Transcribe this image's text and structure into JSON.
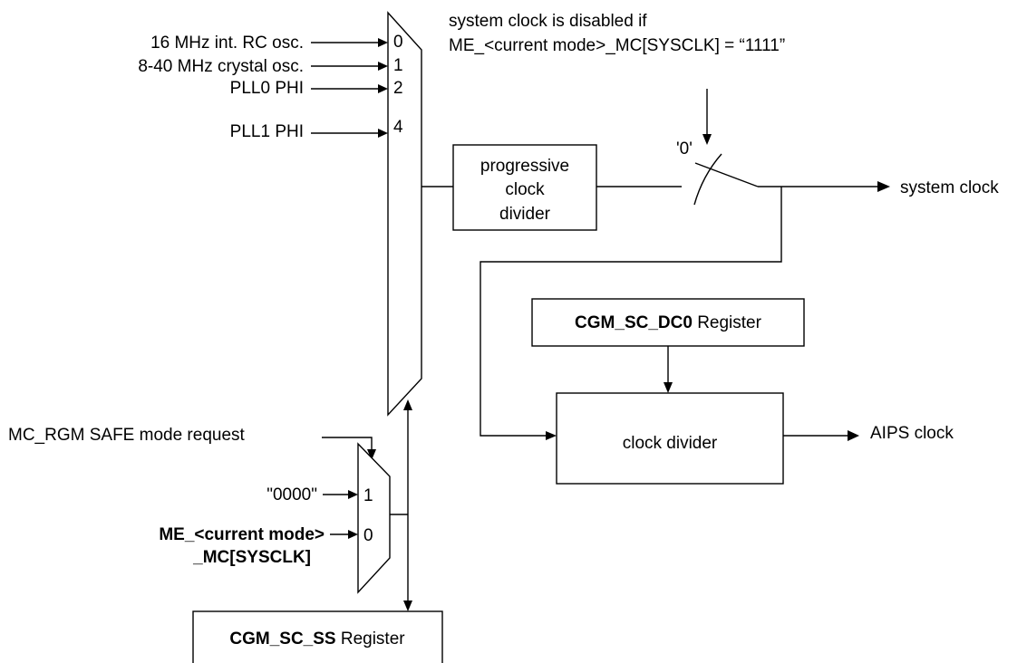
{
  "main_mux": {
    "input_labels": [
      "16 MHz int. RC osc.",
      "8-40 MHz crystal osc.",
      "PLL0 PHI",
      "PLL1 PHI"
    ],
    "input_numbers": [
      "0",
      "1",
      "2",
      "4"
    ]
  },
  "disable_note": {
    "line1": "system clock is disabled if",
    "line2": "ME_<current mode>_MC[SYSCLK] = “1111”"
  },
  "switch_label": "'0'",
  "progressive_divider": {
    "line1": "progressive",
    "line2": "clock",
    "line3": "divider"
  },
  "system_clock_label": "system clock",
  "dc0_register": {
    "name": "CGM_SC_DC0",
    "suffix": " Register"
  },
  "clock_divider_label": "clock divider",
  "aips_clock_label": "AIPS clock",
  "safe_request_label": "MC_RGM SAFE mode request",
  "small_mux": {
    "input1_label": "\"0000\"",
    "input0_label_line1": "ME_<current mode>",
    "input0_label_line2": "_MC[SYSCLK]",
    "input1_number": "1",
    "input0_number": "0"
  },
  "ss_register": {
    "name": "CGM_SC_SS",
    "suffix": " Register"
  }
}
